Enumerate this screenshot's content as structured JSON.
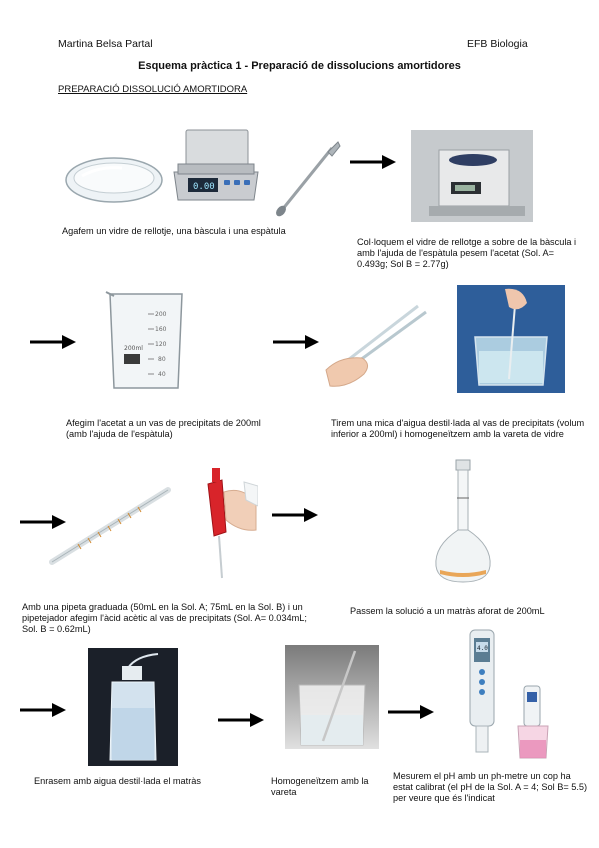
{
  "header": {
    "author": "Martina Belsa Partal",
    "course": "EFB Biologia",
    "title": "Esquema pràctica 1 - Preparació de dissolucions amortidores",
    "section": "PREPARACIÓ DISSOLUCIÓ AMORTIDORA"
  },
  "steps": {
    "s1": "Agafem un vidre de rellotje, una bàscula i una espàtula",
    "s2": "Col·loquem el vidre de rellotge a sobre de la bàscula i amb l'ajuda de l'espàtula pesem l'acetat (Sol. A= 0.493g; Sol B = 2.77g)",
    "s3": "Afegim l'acetat a un vas de precipitats de 200ml (amb l'ajuda de l'espàtula)",
    "s4": "Tirem una mica d'aigua destil·lada al vas de precipitats (volum inferior a 200ml) i homogeneïtzem amb la vareta de vidre",
    "s5": "Amb una pipeta graduada (50mL en la Sol. A;  75mL en la Sol. B) i un pipetejador afegim l'àcid acètic al vas de precipitats (Sol. A= 0.034mL; Sol. B = 0.62mL)",
    "s6": "Passem la solució a un matràs aforat de 200mL",
    "s7": "Enrasem amb aigua destil·lada el matràs",
    "s8": "Homogeneïtzem amb la vareta",
    "s9": "Mesurem el pH amb un ph-metre un cop ha estat calibrat (el pH de la Sol. A = 4; Sol B= 5.5) per veure que és l'indicat"
  },
  "beaker_labels": {
    "marks": [
      "200",
      "160",
      "120",
      "80",
      "40"
    ],
    "volume": "200ml"
  },
  "scale_readout": "0.00",
  "phmeter_readout": "4.0"
}
